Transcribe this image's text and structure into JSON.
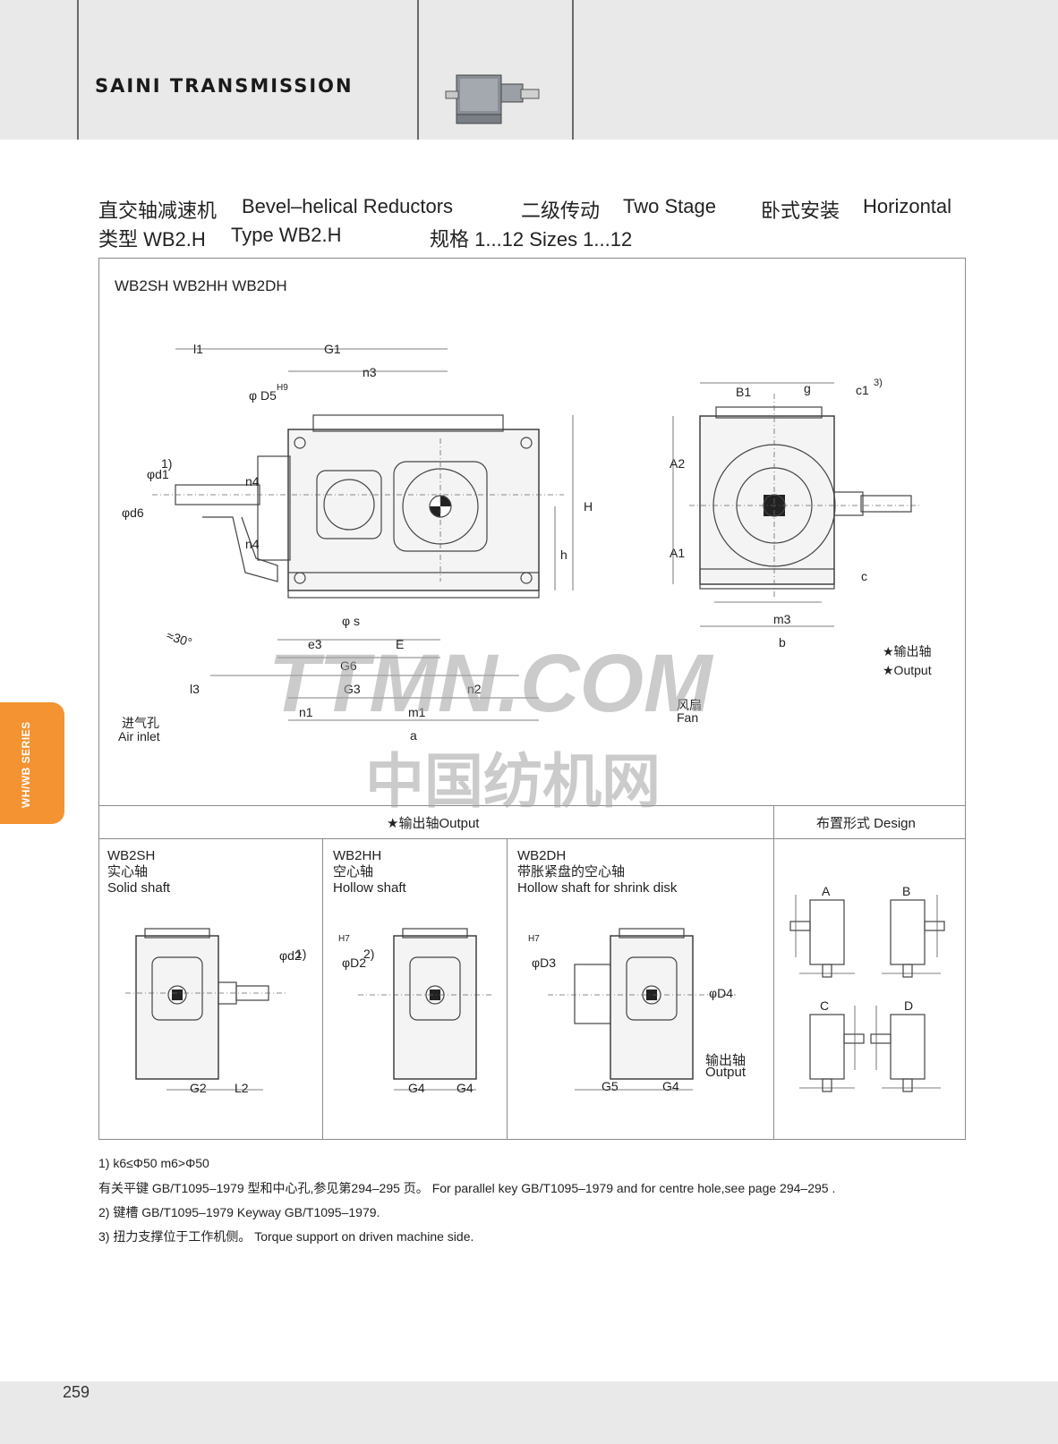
{
  "header": {
    "brand": "SAINI TRANSMISSION"
  },
  "title": {
    "line1": {
      "cn": "直交轴减速机",
      "en": "Bevel–helical   Reductors",
      "stage_cn": "二级传动",
      "stage_en": "Two Stage",
      "mount_cn": "卧式安装",
      "mount_en": "Horizontal"
    },
    "line2": {
      "type_cn": "类型 WB2.H",
      "type_en": "Type  WB2.H",
      "size": "规格 1...12  Sizes 1...12"
    }
  },
  "main_drawing": {
    "models": "WB2SH WB2HH WB2DH",
    "dims": {
      "l1": "l1",
      "G1": "G1",
      "n3": "n3",
      "D5": "φ D5",
      "D5_tol": "H9",
      "d1": "φd1",
      "d1_note": "1)",
      "d6": "φd6",
      "n4_top": "n4",
      "n4_bot": "n4",
      "H": "H",
      "h": "h",
      "s": "φ s",
      "e3": "e3",
      "E": "E",
      "G6": "G6",
      "l3": "l3",
      "G3": "G3",
      "n2": "n2",
      "n1": "n1",
      "m1": "m1",
      "a": "a",
      "angle": "≈30°",
      "B1": "B1",
      "g": "g",
      "c1": "c1",
      "c1_note": "3)",
      "A2": "A2",
      "A1": "A1",
      "c": "c",
      "m3": "m3",
      "b": "b"
    },
    "air_inlet_cn": "进气孔",
    "air_inlet_en": "Air inlet",
    "fan_cn": "风扇",
    "fan_en": "Fan",
    "output_cn": "★输出轴",
    "output_en": "★Output"
  },
  "watermark": {
    "line1": "TTMN.COM",
    "line2": "中国纺机网"
  },
  "output_section": {
    "header": "★输出轴Output",
    "design_header": "布置形式 Design",
    "panels": [
      {
        "code": "WB2SH",
        "cn": "实心轴",
        "en": "Solid shaft",
        "dim_d": "φd2",
        "dim_note": "1)",
        "dim_a": "G2",
        "dim_b": "L2"
      },
      {
        "code": "WB2HH",
        "cn": "空心轴",
        "en": "Hollow shaft",
        "dim_d": "φD2",
        "dim_tol": "H7",
        "dim_note": "2)",
        "dim_a": "G4",
        "dim_b": "G4"
      },
      {
        "code": "WB2DH",
        "cn": "带胀紧盘的空心轴",
        "en": "Hollow shaft for shrink disk",
        "dim_d": "φD3",
        "dim_tol": "H7",
        "dim_d4": "φD4",
        "dim_a": "G5",
        "dim_b": "G4",
        "out_cn": "输出轴",
        "out_en": "Output"
      }
    ],
    "designs": [
      "A",
      "B",
      "C",
      "D"
    ]
  },
  "notes": {
    "n1": "1) k6≤Φ50   m6>Φ50",
    "n1b": "有关平键 GB/T1095–1979 型和中心孔,参见第294–295 页。  For parallel key GB/T1095–1979 and for centre hole,see page 294–295 .",
    "n2": "2) 键槽 GB/T1095–1979  Keyway GB/T1095–1979.",
    "n3": "3) 扭力支撑位于工作机侧。  Torque support on driven machine side."
  },
  "side_tab": "WH/WB SERIES",
  "page_number": "259"
}
